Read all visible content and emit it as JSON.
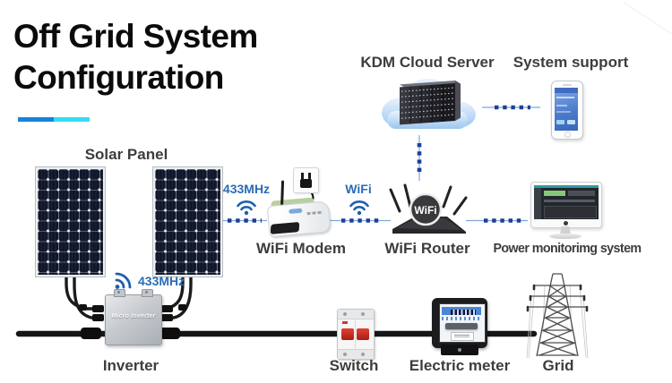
{
  "title": {
    "line1": "Off Grid System",
    "line2": "Configuration"
  },
  "section_labels": {
    "solar_panel": "Solar Panel",
    "kdm_cloud_server": "KDM Cloud Server",
    "system_support": "System support",
    "wifi_modem": "WiFi Modem",
    "wifi_router": "WiFi Router",
    "power_monitoring": "Power monitorimg system",
    "inverter": "Inverter",
    "switch": "Switch",
    "electric_meter": "Electric meter",
    "grid": "Grid"
  },
  "link_labels": {
    "panel_to_modem": "433MHz",
    "inverter_to_modem": "433MHz",
    "modem_to_router": "WiFi"
  },
  "device_text": {
    "router_badge": "WiFi",
    "inverter_model": "Micro Inverter"
  },
  "colors": {
    "accent_blue": "#1583dd",
    "accent_cyan": "#35dcf5",
    "link_blue": "#2a6cb5",
    "dash_navy": "#1e3f96",
    "label_gray": "#3d3d3d",
    "cable_black": "#161616"
  }
}
